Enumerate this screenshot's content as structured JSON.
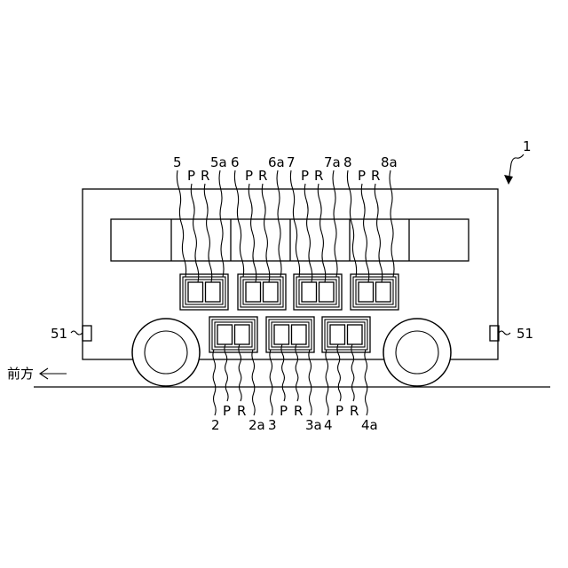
{
  "figure": {
    "vehicle_label": "1",
    "direction_label": "前方",
    "sensor_label_left": "51",
    "sensor_label_right": "51",
    "upper_units": [
      {
        "id": "5",
        "p": "P",
        "r": "R",
        "a": "5a"
      },
      {
        "id": "6",
        "p": "P",
        "r": "R",
        "a": "6a"
      },
      {
        "id": "7",
        "p": "P",
        "r": "R",
        "a": "7a"
      },
      {
        "id": "8",
        "p": "P",
        "r": "R",
        "a": "8a"
      }
    ],
    "lower_units": [
      {
        "id": "2",
        "p": "P",
        "r": "R",
        "a": "2a"
      },
      {
        "id": "3",
        "p": "P",
        "r": "R",
        "a": "3a"
      },
      {
        "id": "4",
        "p": "P",
        "r": "R",
        "a": "4a"
      }
    ]
  }
}
